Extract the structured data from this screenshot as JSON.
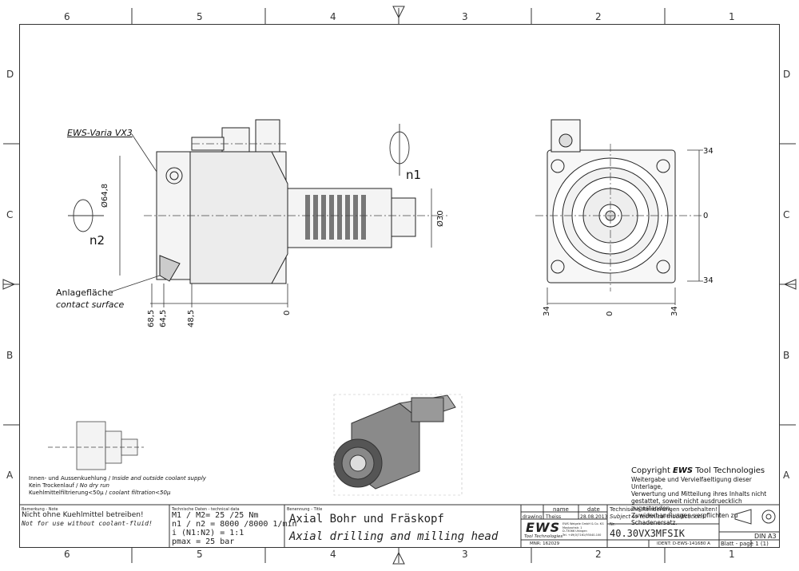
{
  "zones_top": [
    "6",
    "5",
    "4",
    "3",
    "2",
    "1"
  ],
  "zones_bottom": [
    "6",
    "5",
    "4",
    "3",
    "2",
    "1"
  ],
  "zones_side": [
    "D",
    "C",
    "B",
    "A"
  ],
  "labels": {
    "product_line": "EWS-Varia VX3",
    "n1": "n1",
    "n2": "n2",
    "contact_de": "Anlagefläche",
    "contact_en": "contact surface",
    "dia_body": "Ø64,8",
    "dia_shank": "Ø30",
    "dims_side": [
      "68,5",
      "64,5",
      "48,5",
      "0"
    ],
    "dims_front_bottom": [
      "34",
      "0",
      "34"
    ],
    "dims_front_right": [
      "34",
      "0",
      "34"
    ]
  },
  "coolant_notes": [
    {
      "de": "Innen- und Aussenkuehlung",
      "en": "Inside and outside coolant supply"
    },
    {
      "de": "Kein Trockenlauf",
      "en": "No dry run"
    },
    {
      "de": "Kuehlmittelfiltrierung<50µ",
      "en": "coolant filtration<50µ"
    }
  ],
  "copyright": {
    "title_prefix": "Copyright ",
    "title_brand": "EWS",
    "title_suffix": " Tool Technologies",
    "lines": [
      "Weitergabe und Vervielfaeltigung dieser Unterlage,",
      "Verwertung und Mitteilung ihres Inhalts nicht",
      "gestattet, soweit nicht ausdruecklich zugestanden.",
      "Zuwiderhandlungen verpflichten zu Schadenersatz."
    ]
  },
  "title_block": {
    "note_label": "Bemerkung - Note",
    "note_de": "Nicht ohne Kuehlmittel betreiben!",
    "note_en": "Not for use without coolant-fluid!",
    "tech_label": "Technische Daten - technical data",
    "tech_rows": [
      "M1 / M2= 25 /25  Nm",
      "n1 / n2 = 8000 /8000  1/min",
      "i  (N1:N2)  = 1:1",
      "pmax     = 25  bar"
    ],
    "desig_label": "Benennung - Title",
    "title_de": "Axial Bohr und Fräskopf",
    "title_en": "Axial drilling and milling head",
    "col_name": "name",
    "col_date": "date",
    "row_drawing": "drawing",
    "drawer": "Theiss",
    "draw_date": "28.08.2013",
    "company_logo": "EWS",
    "company_sub": "Tool Technologies",
    "company_addr": [
      "EWS Weigele GmbH & Co. KG",
      "Maybachstr. 1",
      "D-73066 Uhingen",
      "Tel. +49(0)7161/93040-100"
    ],
    "change_de": "Technische Aenderungen vorbehalten!",
    "change_en": "Subject to technical modifications!",
    "nr_label": "Nr.",
    "part_number": "40.30VX3MFSIK",
    "mnr": "MNR: 162029",
    "ident": "IDENT: D-EWS-141680 A",
    "sheet": "Blatt - page  1 (1)",
    "format": "DIN A3"
  }
}
